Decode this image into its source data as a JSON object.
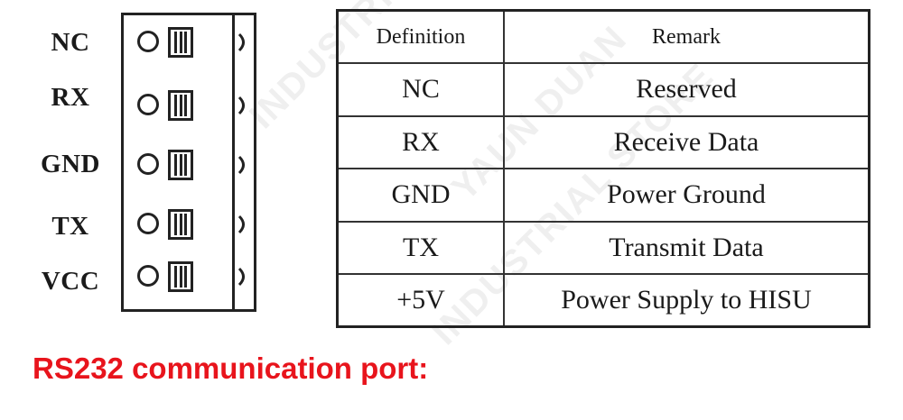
{
  "pins": [
    {
      "label": "NC"
    },
    {
      "label": "RX"
    },
    {
      "label": "GND"
    },
    {
      "label": "TX"
    },
    {
      "label": "VCC"
    }
  ],
  "table": {
    "headers": {
      "definition": "Definition",
      "remark": "Remark"
    },
    "rows": [
      {
        "definition": "NC",
        "remark": "Reserved"
      },
      {
        "definition": "RX",
        "remark": "Receive Data"
      },
      {
        "definition": "GND",
        "remark": "Power Ground"
      },
      {
        "definition": "TX",
        "remark": "Transmit Data"
      },
      {
        "definition": "+5V",
        "remark": "Power Supply to HISU"
      }
    ]
  },
  "caption": "RS232 communication port:",
  "watermarks": {
    "line1": "INDUSTRIAL",
    "line2": "YAUN DUAN",
    "line3": "INDUSTRIAL STORE"
  },
  "colors": {
    "caption": "#e8141c",
    "ink": "#1a1a1a"
  }
}
